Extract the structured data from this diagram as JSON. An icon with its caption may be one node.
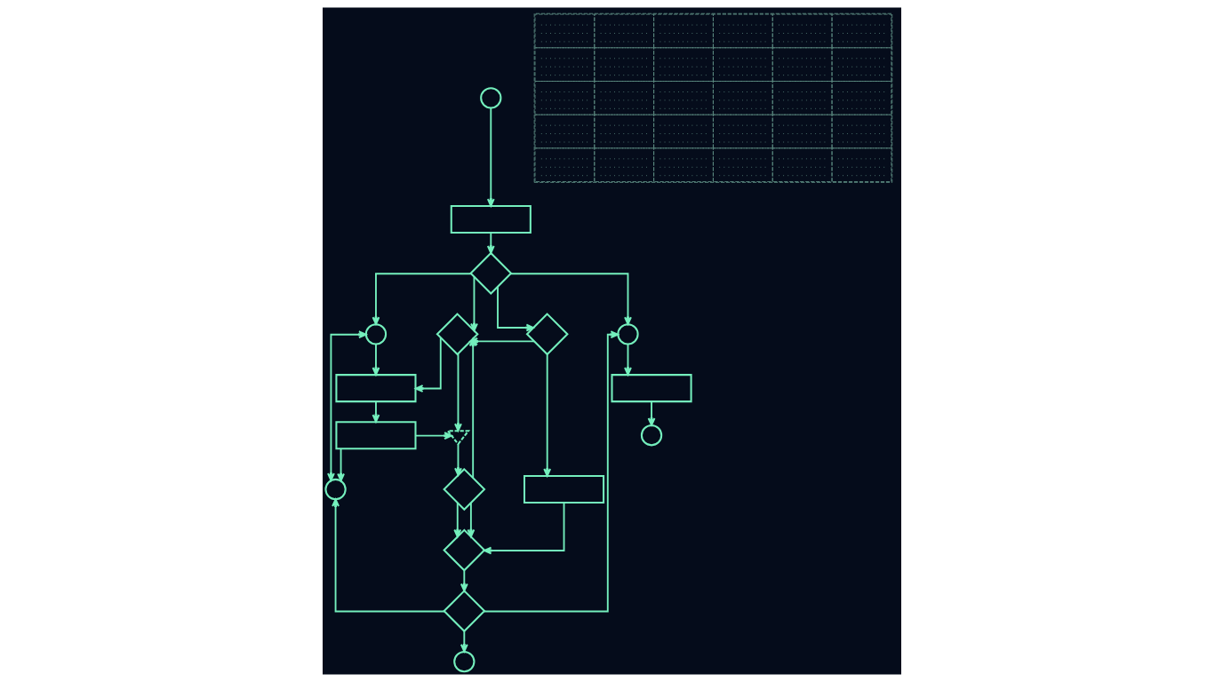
{
  "diagram": {
    "nodes": [
      {
        "text": [],
        "shape": "circle"
      },
      {
        "text": [],
        "shape": "box"
      },
      {
        "text": [],
        "shape": "diamond"
      },
      {
        "text": [],
        "shape": "circle"
      },
      {
        "text": [],
        "shape": "diamond"
      },
      {
        "text": [],
        "shape": "diamond"
      },
      {
        "text": [],
        "shape": "box"
      },
      {
        "text": [],
        "shape": "circle"
      },
      {
        "text": [],
        "shape": "box"
      },
      {
        "text": [],
        "shape": "hourglass"
      },
      {
        "text": [],
        "shape": "box"
      },
      {
        "text": [],
        "shape": "box"
      },
      {
        "text": [],
        "shape": "diamond"
      },
      {
        "text": [],
        "shape": "circle"
      },
      {
        "text": [],
        "shape": "circle"
      },
      {
        "text": [],
        "shape": "diamond"
      },
      {
        "text": [],
        "shape": "diamond"
      },
      {
        "text": [],
        "shape": "circle"
      },
      {
        "text": [],
        "shape": "table"
      }
    ],
    "edges": [
      {
        "from": 0,
        "to": 1,
        "arrow": "to"
      },
      {
        "from": 1,
        "to": 2,
        "arrow": "to"
      },
      {
        "from": 2,
        "to": 7,
        "arrow": "to"
      },
      {
        "from": 2,
        "to": 5,
        "arrow": "to"
      },
      {
        "from": 2,
        "to": 4,
        "arrow": "to"
      },
      {
        "from": 2,
        "to": 3,
        "arrow": "to"
      },
      {
        "from": 3,
        "to": 6,
        "arrow": "to"
      },
      {
        "from": 4,
        "to": 6,
        "arrow": "to"
      },
      {
        "from": 4,
        "to": 9,
        "arrow": "to"
      },
      {
        "from": 5,
        "to": 4,
        "arrow": "to"
      },
      {
        "from": 5,
        "to": 8,
        "arrow": "to"
      },
      {
        "from": 6,
        "to": 10,
        "arrow": "to"
      },
      {
        "from": 10,
        "to": 9,
        "arrow": "to"
      },
      {
        "from": 10,
        "to": 13,
        "arrow": "to"
      },
      {
        "from": 3,
        "to": 13,
        "arrow": "both"
      },
      {
        "from": 7,
        "to": 11,
        "arrow": "to"
      },
      {
        "from": 11,
        "to": 14,
        "arrow": "to"
      },
      {
        "from": 9,
        "to": 12,
        "arrow": "to"
      },
      {
        "from": 12,
        "to": 4,
        "arrow": "to"
      },
      {
        "from": 8,
        "to": 15,
        "arrow": "to"
      },
      {
        "from": 12,
        "to": 15,
        "arrow": "to"
      },
      {
        "from": 12,
        "to": 15,
        "arrow": "to"
      },
      {
        "from": 15,
        "to": 16,
        "arrow": "to"
      },
      {
        "from": 16,
        "to": 7,
        "arrow": "to"
      },
      {
        "from": 16,
        "to": 13,
        "arrow": "to"
      },
      {
        "from": 16,
        "to": 17,
        "arrow": "to"
      }
    ]
  }
}
